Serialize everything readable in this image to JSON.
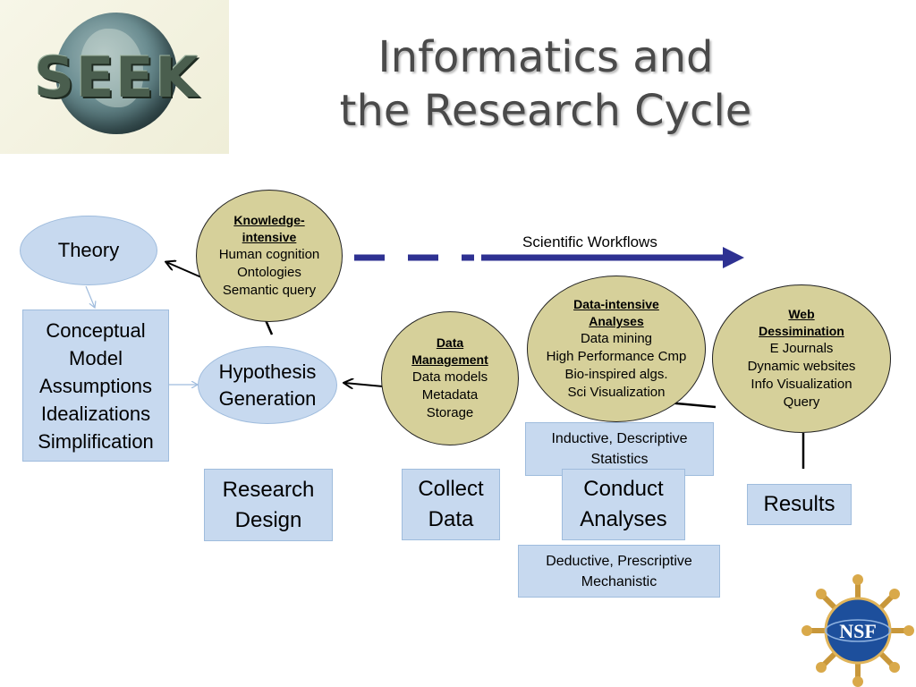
{
  "logo": {
    "text": "SEEK"
  },
  "title": {
    "line1": "Informatics and",
    "line2": "the Research Cycle"
  },
  "workflow_label": "Scientific Workflows",
  "theory": "Theory",
  "hypothesis": [
    "Hypothesis",
    "Generation"
  ],
  "conceptual_model": [
    "Conceptual",
    "Model",
    "Assumptions",
    "Idealizations",
    "Simplification"
  ],
  "knowledge": {
    "head": [
      "Knowledge-",
      "intensive"
    ],
    "items": [
      "Human cognition",
      "Ontologies",
      "Semantic query"
    ]
  },
  "data_management": {
    "head": [
      "Data",
      "Management"
    ],
    "items": [
      "Data models",
      "Metadata",
      "Storage"
    ]
  },
  "data_intensive": {
    "head": [
      "Data-intensive",
      "Analyses"
    ],
    "items": [
      "Data mining",
      "High Performance Cmp",
      "Bio-inspired algs.",
      "Sci Visualization"
    ]
  },
  "web": {
    "head": [
      "Web",
      "Dessimination"
    ],
    "items": [
      "E Journals",
      "Dynamic websites",
      "Info Visualization",
      "Query"
    ]
  },
  "inductive": [
    "Inductive, Descriptive",
    "Statistics"
  ],
  "deductive": [
    "Deductive, Prescriptive",
    "Mechanistic"
  ],
  "research_design": [
    "Research",
    "Design"
  ],
  "collect_data": [
    "Collect",
    "Data"
  ],
  "conduct_analyses": [
    "Conduct",
    "Analyses"
  ],
  "results": "Results",
  "nsf_logo": {
    "text": "NSF"
  },
  "colors": {
    "box_fill": "#c7d9ef",
    "olive_fill": "#d6d09a",
    "workflow_arrow": "#2e3192",
    "title": "#4a4a4a"
  }
}
